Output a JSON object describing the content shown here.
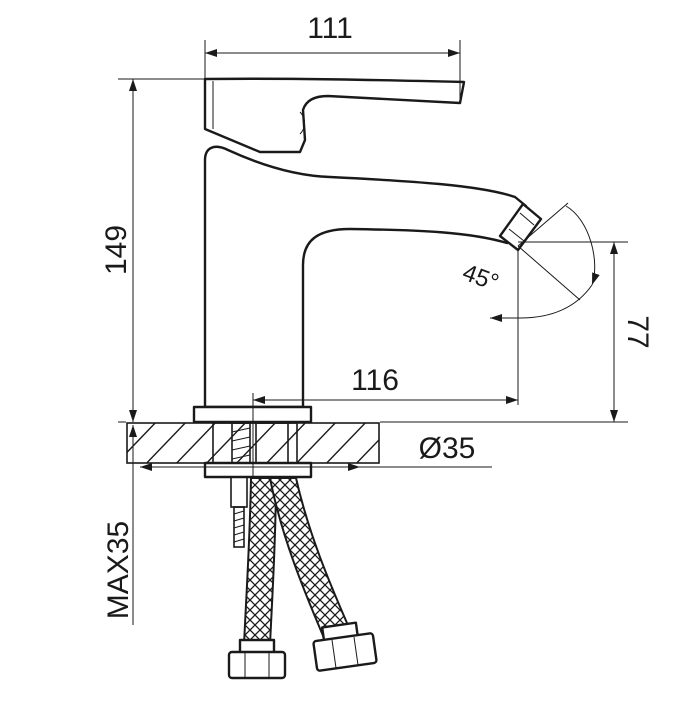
{
  "drawing": {
    "dimensions": {
      "top_width": "111",
      "height_left": "149",
      "spout_reach": "116",
      "hole_diameter": "Ø35",
      "spout_height": "77",
      "max_thickness": "MAX35",
      "aerator_angle": "45°"
    }
  }
}
